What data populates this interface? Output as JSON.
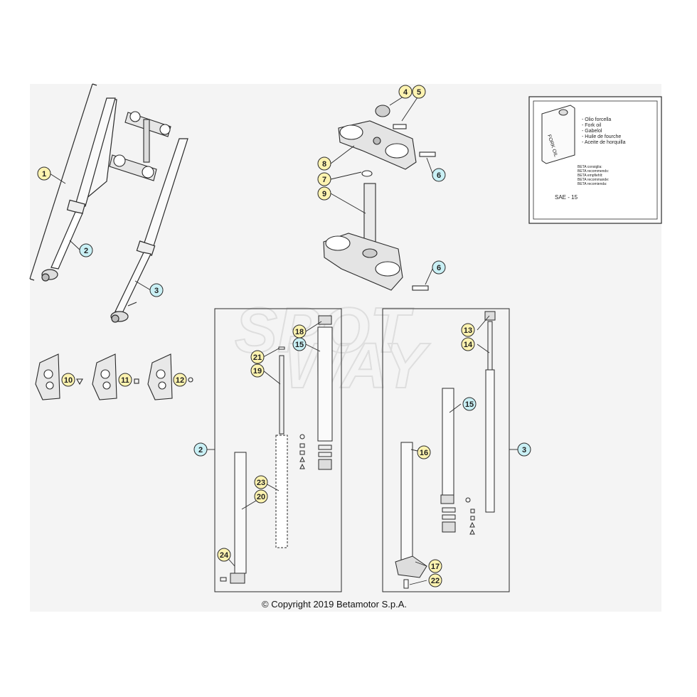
{
  "copyright": "© Copyright 2019 Betamotor S.p.A.",
  "watermark": [
    "SPOT",
    "WAY"
  ],
  "oil_box": {
    "can_label": "FORK OIL",
    "oil_names": [
      "- Olio forcella",
      "- Fork oil",
      "- Gabelol",
      "- Huile de fourche",
      "- Aceite de horquilla"
    ],
    "recommend": [
      "BETA consiglia:",
      "BETA recommends:",
      "BETA empfiehlt:",
      "BETA recommande:",
      "BETA recomienda:"
    ],
    "grade": "SAE - 15"
  },
  "callouts": [
    {
      "id": "c1",
      "label": "1",
      "color": "yellow"
    },
    {
      "id": "c2a",
      "label": "2",
      "color": "cyan"
    },
    {
      "id": "c3a",
      "label": "3",
      "color": "cyan"
    },
    {
      "id": "c4",
      "label": "4",
      "color": "yellow"
    },
    {
      "id": "c5",
      "label": "5",
      "color": "yellow"
    },
    {
      "id": "c6a",
      "label": "6",
      "color": "cyan"
    },
    {
      "id": "c6b",
      "label": "6",
      "color": "cyan"
    },
    {
      "id": "c7",
      "label": "7",
      "color": "yellow"
    },
    {
      "id": "c8",
      "label": "8",
      "color": "yellow"
    },
    {
      "id": "c9",
      "label": "9",
      "color": "yellow"
    },
    {
      "id": "c10",
      "label": "10",
      "color": "yellow"
    },
    {
      "id": "c11",
      "label": "11",
      "color": "yellow"
    },
    {
      "id": "c12",
      "label": "12",
      "color": "yellow"
    },
    {
      "id": "c13",
      "label": "13",
      "color": "yellow"
    },
    {
      "id": "c14",
      "label": "14",
      "color": "yellow"
    },
    {
      "id": "c15a",
      "label": "15",
      "color": "cyan"
    },
    {
      "id": "c15b",
      "label": "15",
      "color": "cyan"
    },
    {
      "id": "c16",
      "label": "16",
      "color": "yellow"
    },
    {
      "id": "c17",
      "label": "17",
      "color": "yellow"
    },
    {
      "id": "c18",
      "label": "18",
      "color": "yellow"
    },
    {
      "id": "c19",
      "label": "19",
      "color": "yellow"
    },
    {
      "id": "c20",
      "label": "20",
      "color": "yellow"
    },
    {
      "id": "c21",
      "label": "21",
      "color": "yellow"
    },
    {
      "id": "c22",
      "label": "22",
      "color": "yellow"
    },
    {
      "id": "c23",
      "label": "23",
      "color": "yellow"
    },
    {
      "id": "c24",
      "label": "24",
      "color": "yellow"
    },
    {
      "id": "c2b",
      "label": "2",
      "color": "cyan"
    },
    {
      "id": "c3b",
      "label": "3",
      "color": "cyan"
    }
  ],
  "colors": {
    "yellow": "#fdf3b0",
    "cyan": "#c9f0f5",
    "stroke": "#2a2a2a",
    "panel": "#f4f4f4"
  }
}
